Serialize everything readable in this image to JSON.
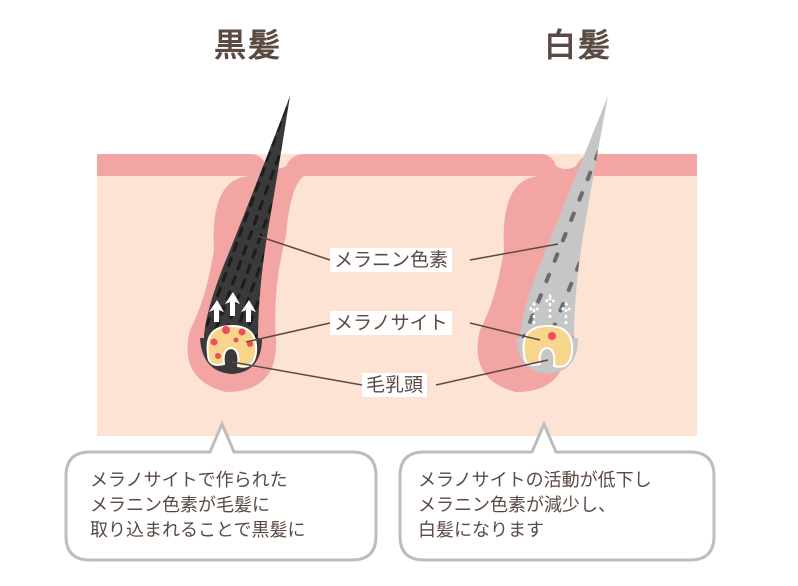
{
  "titles": {
    "black_hair": "黒髪",
    "white_hair": "白髪"
  },
  "labels": {
    "melanin": "メラニン色素",
    "melanocyte": "メラノサイト",
    "papilla": "毛乳頭"
  },
  "bubbles": {
    "left": [
      "メラノサイトで作られた",
      "メラニン色素が毛髪に",
      "取り込まれることで黒髪に"
    ],
    "right": [
      "メラノサイトの活動が低下し",
      "メラニン色素が減少し、",
      "白髪になります"
    ]
  },
  "colors": {
    "skin": "#fde3d3",
    "skin_edge": "#f2a5a3",
    "black_hair": "#3a3a3a",
    "white_hair": "#c8c8c8",
    "papilla": "#f7d58a",
    "melanin_dot": "#ee4d5d",
    "text": "#5a4a42"
  }
}
